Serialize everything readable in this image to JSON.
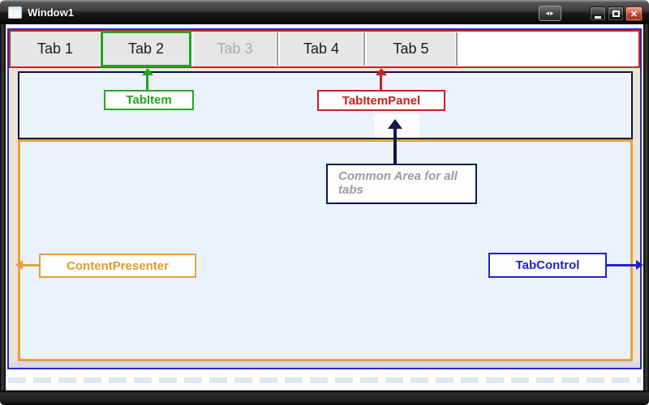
{
  "window": {
    "title": "Window1",
    "titlebar": {
      "history_glyph": "◂▸",
      "close_glyph": "✕"
    }
  },
  "tab_strip": {
    "tabs": [
      {
        "label": "Tab 1",
        "state": "normal"
      },
      {
        "label": "Tab 2",
        "state": "selected"
      },
      {
        "label": "Tab 3",
        "state": "disabled"
      },
      {
        "label": "Tab 4",
        "state": "normal"
      },
      {
        "label": "Tab 5",
        "state": "normal"
      }
    ]
  },
  "annotations": {
    "tab_item": {
      "label": "TabItem",
      "color": "#1fa51f"
    },
    "tab_item_panel": {
      "label": "TabItemPanel",
      "color": "#cb2020"
    },
    "common_area": {
      "label": "Common Area for all tabs",
      "border_color": "#141450",
      "text_color": "#9c9c9c"
    },
    "content_presenter": {
      "label": "ContentPresenter",
      "color": "#e3a23c"
    },
    "tab_control": {
      "label": "TabControl",
      "color": "#2323c8"
    }
  },
  "colors": {
    "tabcontrol_border": "#2b2bc0",
    "tabitempanel_border": "#cc2127",
    "tabitem_highlight": "#1fa51f",
    "common_area_border": "#10103c",
    "content_presenter_border": "#e3a23c",
    "tab_face": "#e6e6e6",
    "content_background": "#eaf2fb",
    "window_face": "#eae5d9",
    "close_button": "#b8402e"
  },
  "icons": {
    "window_icon": "window-glyph",
    "history_icon": "left-right-arrows",
    "minimize_icon": "underscore-bar",
    "maximize_icon": "square-outline",
    "close_icon": "x-cross"
  }
}
